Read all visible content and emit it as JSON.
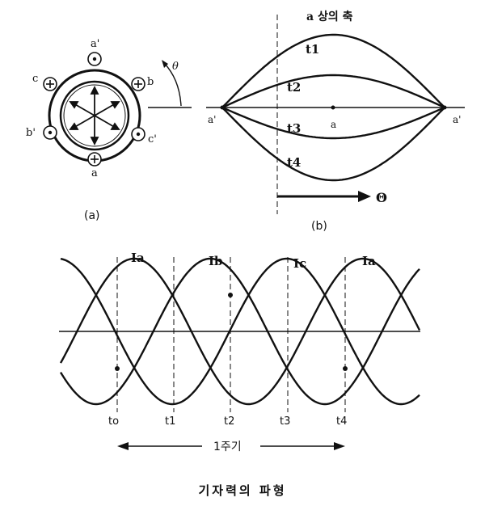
{
  "fig_a": {
    "caption": "(a)",
    "theta": "θ",
    "coil_labels": [
      {
        "key": "a_top",
        "text": "a'",
        "symbol": "dot"
      },
      {
        "key": "b",
        "text": "b",
        "symbol": "plus"
      },
      {
        "key": "c_prime",
        "text": "c'",
        "symbol": "dot"
      },
      {
        "key": "a_bot",
        "text": "a",
        "symbol": "plus"
      },
      {
        "key": "b_prime",
        "text": "b'",
        "symbol": "dot"
      },
      {
        "key": "c",
        "text": "c",
        "symbol": "plus"
      }
    ]
  },
  "fig_b": {
    "caption": "(b)",
    "axis_label": "a 상의 축",
    "theta_label": "Θ",
    "curves": [
      "t1",
      "t2",
      "t3",
      "t4"
    ],
    "x_labels": [
      "a'",
      "a",
      "a'"
    ]
  },
  "fig_c": {
    "currents": [
      "Ia",
      "Ib",
      "Ic",
      "Ia"
    ],
    "times": [
      "to",
      "t1",
      "t2",
      "t3",
      "t4"
    ],
    "period_label": "1주기",
    "title": "기자력의 파형"
  }
}
